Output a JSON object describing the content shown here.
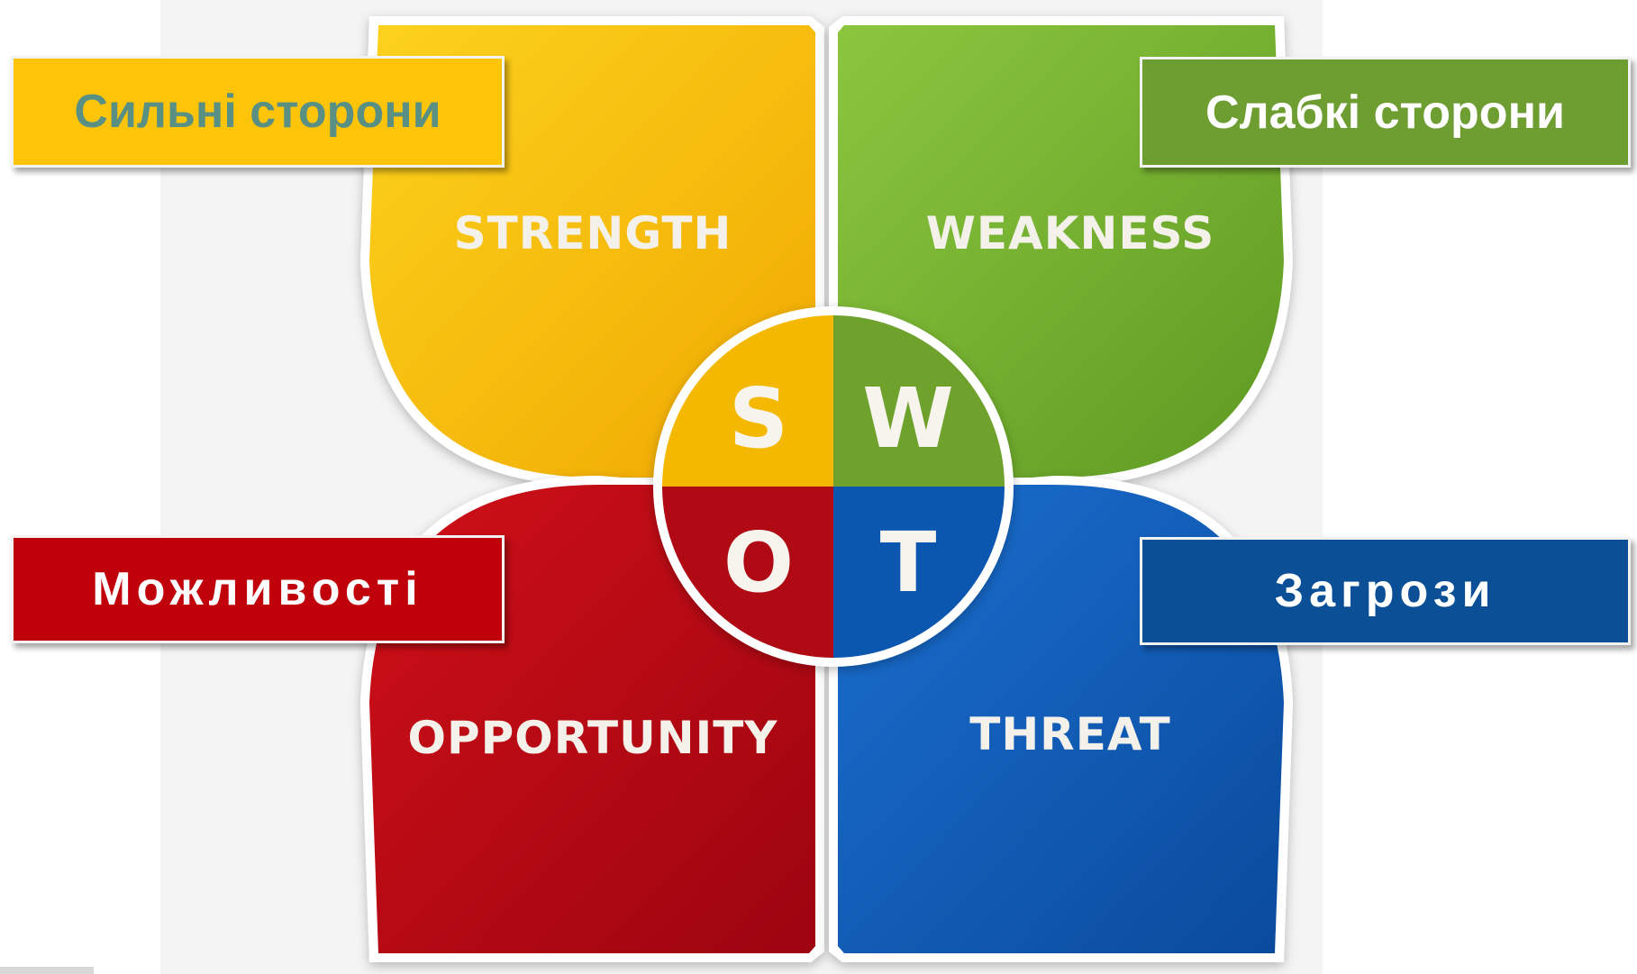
{
  "colors": {
    "strength": "#fdc40a",
    "weakness": "#7ab433",
    "opportunity": "#c10812",
    "threat": "#0d5bb5",
    "background": "#f4f4f4"
  },
  "petals": {
    "strength": "STRENGTH",
    "weakness": "WEAKNESS",
    "opportunity": "OPPORTUNITY",
    "threat": "THREAT"
  },
  "letters": {
    "s": "S",
    "w": "W",
    "o": "O",
    "t": "T"
  },
  "tags": {
    "strength": "Сильні сторони",
    "weakness": "Слабкі сторони",
    "opportunity": "Можливості",
    "threat": "Загрози"
  }
}
